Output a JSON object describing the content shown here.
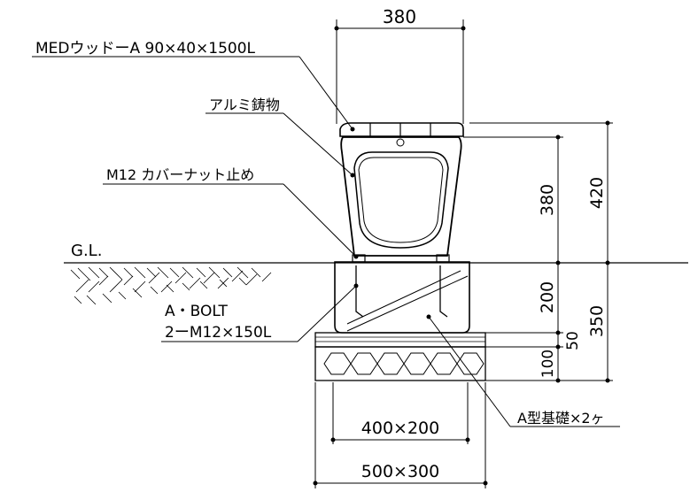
{
  "labels": {
    "material": "MEDウッドーA 90×40×1500L",
    "casting": "アルミ鋳物",
    "nut": "M12 カバーナット止め",
    "gl": "G.L.",
    "bolt_line1": "A・BOLT",
    "bolt_line2": "2ーM12×150L",
    "foundation": "A型基礎×2ヶ"
  },
  "dimensions": {
    "top_width": "380",
    "height_seat": "380",
    "height_total": "420",
    "depth_block": "200",
    "depth_total": "350",
    "mortar": "50",
    "gravel": "100",
    "block_size": "400×200",
    "base_size": "500×300"
  }
}
